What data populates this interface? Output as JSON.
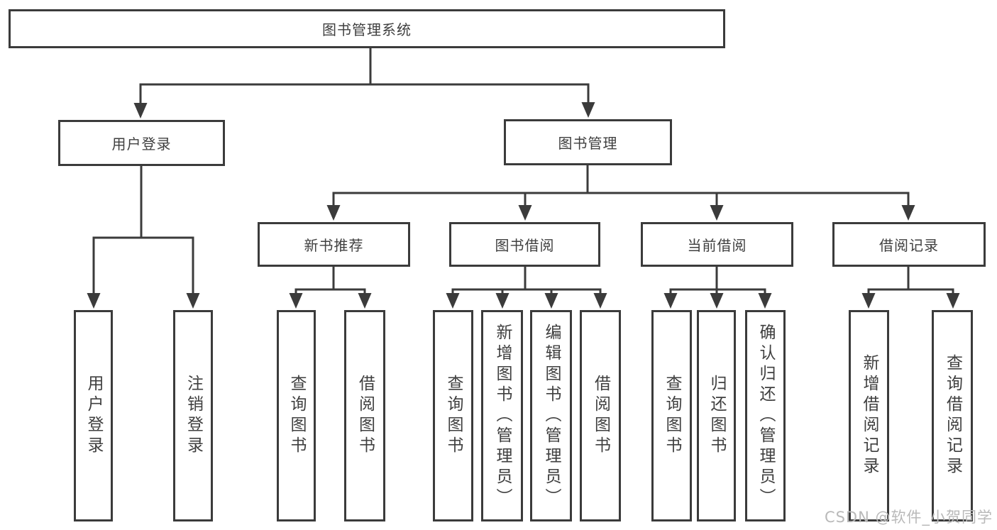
{
  "diagram": {
    "tree": {
      "label": "图书管理系统",
      "children": [
        {
          "label": "用户登录",
          "children": [
            {
              "label": "用户登录"
            },
            {
              "label": "注销登录"
            }
          ]
        },
        {
          "label": "图书管理",
          "children": [
            {
              "label": "新书推荐",
              "children": [
                {
                  "label": "查询图书"
                },
                {
                  "label": "借阅图书"
                }
              ]
            },
            {
              "label": "图书借阅",
              "children": [
                {
                  "label": "查询图书"
                },
                {
                  "label": "新增图书（管理员）"
                },
                {
                  "label": "编辑图书（管理员）"
                },
                {
                  "label": "借阅图书"
                }
              ]
            },
            {
              "label": "当前借阅",
              "children": [
                {
                  "label": "查询图书"
                },
                {
                  "label": "归还图书"
                },
                {
                  "label": "确认归还（管理员）"
                }
              ]
            },
            {
              "label": "借阅记录",
              "children": [
                {
                  "label": "新增借阅记录"
                },
                {
                  "label": "查询借阅记录"
                }
              ]
            }
          ]
        }
      ]
    },
    "colors": {
      "line": "#3b3b3b",
      "box_border": "#3b3b3b",
      "text": "#3f3f3f",
      "background": "#ffffff",
      "watermark": "#b9b9b9"
    }
  },
  "watermark": {
    "text": "CSDN @软件_小贺同学"
  }
}
